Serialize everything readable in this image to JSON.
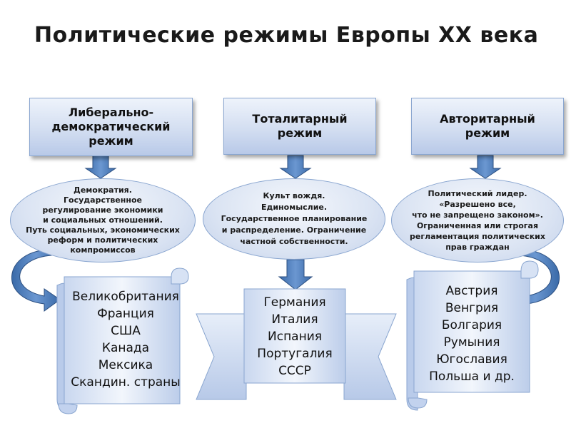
{
  "title": "Политические режимы  Европы XX века",
  "regimes": [
    {
      "header": "Либерально-\nдемократический\nрежим",
      "features": "Демократия.\nГосударственное\nрегулирование экономики\nи социальных отношений.\nПуть социальных, экономических\nреформ и политических\nкомпромиссов",
      "countries": "Великобритания\nФранция\nСША\nКанада\nМексика\nСкандин. страны"
    },
    {
      "header": "Тоталитарный\nрежим",
      "features": "Культ вождя.\nЕдиномыслие.\nГосударственное планирование\nи распределение. Ограничение\nчастной собственности.",
      "countries": "Германия\nИталия\nИспания\nПортугалия\nСССР"
    },
    {
      "header": "Авторитарный\nрежим",
      "features": "Политический лидер.\n«Разрешено все,\nчто не запрещено законом».\nОграниченная или строгая\nрегламентация политических\nправ граждан",
      "countries": "Австрия\nВенгрия\nБолгария\nРумыния\nЮгославия\nПольша и др."
    }
  ],
  "colors": {
    "arrow_fill": "#4f81bd",
    "arrow_stroke": "#2c4f80",
    "box_border": "#8aa6d0",
    "box_fill_light": "#eef3fb",
    "box_fill_dark": "#b8c9e8"
  }
}
